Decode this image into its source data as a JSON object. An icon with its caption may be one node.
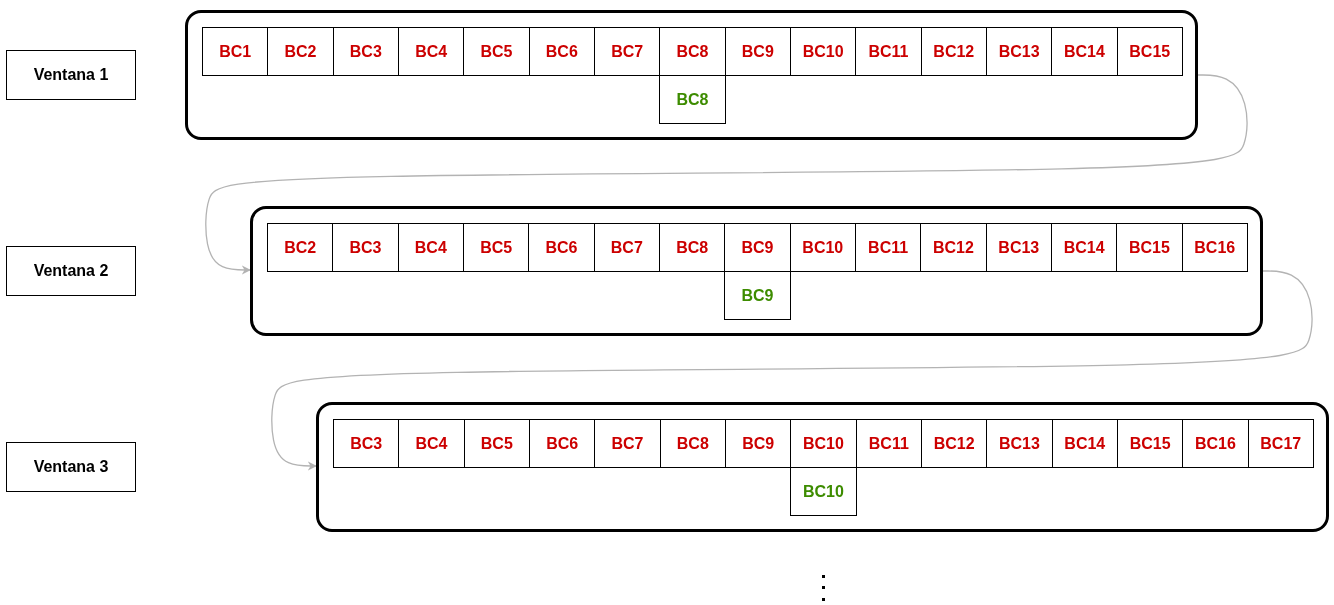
{
  "diagram": {
    "nodes": [
      {
        "text": [
          "Ventana 1"
        ]
      },
      {
        "text": [],
        "shape": "box"
      },
      {
        "text": [
          "BC1"
        ],
        "in": 1
      },
      {
        "text": [
          "BC2"
        ],
        "in": 1
      },
      {
        "text": [
          "BC3"
        ],
        "in": 1
      },
      {
        "text": [
          "BC4"
        ],
        "in": 1
      },
      {
        "text": [
          "BC5"
        ],
        "in": 1
      },
      {
        "text": [
          "BC6"
        ],
        "in": 1
      },
      {
        "text": [
          "BC7"
        ],
        "in": 1
      },
      {
        "text": [
          "BC8"
        ],
        "in": 1
      },
      {
        "text": [
          "BC9"
        ],
        "in": 1
      },
      {
        "text": [
          "BC10"
        ],
        "in": 1
      },
      {
        "text": [
          "BC11"
        ],
        "in": 1
      },
      {
        "text": [
          "BC12"
        ],
        "in": 1
      },
      {
        "text": [
          "BC13"
        ],
        "in": 1
      },
      {
        "text": [
          "BC14"
        ],
        "in": 1
      },
      {
        "text": [
          "BC15"
        ],
        "in": 1
      },
      {
        "text": [
          "BC8"
        ],
        "in": 1
      },
      {
        "text": [
          "Ventana 2"
        ]
      },
      {
        "text": [],
        "shape": "box"
      },
      {
        "text": [
          "BC2"
        ],
        "in": 19
      },
      {
        "text": [
          "BC3"
        ],
        "in": 19
      },
      {
        "text": [
          "BC4"
        ],
        "in": 19
      },
      {
        "text": [
          "BC5"
        ],
        "in": 19
      },
      {
        "text": [
          "BC6"
        ],
        "in": 19
      },
      {
        "text": [
          "BC7"
        ],
        "in": 19
      },
      {
        "text": [
          "BC8"
        ],
        "in": 19
      },
      {
        "text": [
          "BC9"
        ],
        "in": 19
      },
      {
        "text": [
          "BC10"
        ],
        "in": 19
      },
      {
        "text": [
          "BC11"
        ],
        "in": 19
      },
      {
        "text": [
          "BC12"
        ],
        "in": 19
      },
      {
        "text": [
          "BC13"
        ],
        "in": 19
      },
      {
        "text": [
          "BC14"
        ],
        "in": 19
      },
      {
        "text": [
          "BC15"
        ],
        "in": 19
      },
      {
        "text": [
          "BC16"
        ],
        "in": 19
      },
      {
        "text": [
          "BC9"
        ],
        "in": 19
      },
      {
        "text": [
          "Ventana 3"
        ]
      },
      {
        "text": [],
        "shape": "box"
      },
      {
        "text": [
          "BC3"
        ],
        "in": 37
      },
      {
        "text": [
          "BC4"
        ],
        "in": 37
      },
      {
        "text": [
          "BC5"
        ],
        "in": 37
      },
      {
        "text": [
          "BC6"
        ],
        "in": 37
      },
      {
        "text": [
          "BC7"
        ],
        "in": 37
      },
      {
        "text": [
          "BC8"
        ],
        "in": 37
      },
      {
        "text": [
          "BC9"
        ],
        "in": 37
      },
      {
        "text": [
          "BC10"
        ],
        "in": 37
      },
      {
        "text": [
          "BC11"
        ],
        "in": 37
      },
      {
        "text": [
          "BC12"
        ],
        "in": 37
      },
      {
        "text": [
          "BC13"
        ],
        "in": 37
      },
      {
        "text": [
          "BC14"
        ],
        "in": 37
      },
      {
        "text": [
          "BC15"
        ],
        "in": 37
      },
      {
        "text": [
          "BC16"
        ],
        "in": 37
      },
      {
        "text": [
          "BC17"
        ],
        "in": 37
      },
      {
        "text": [
          "BC10"
        ],
        "in": 37
      }
    ],
    "edges": [
      {
        "from": 1,
        "to": 19,
        "arrow": "to",
        "color": "#b3b3b3"
      },
      {
        "from": 19,
        "to": 37,
        "arrow": "to",
        "color": "#b3b3b3"
      }
    ]
  }
}
